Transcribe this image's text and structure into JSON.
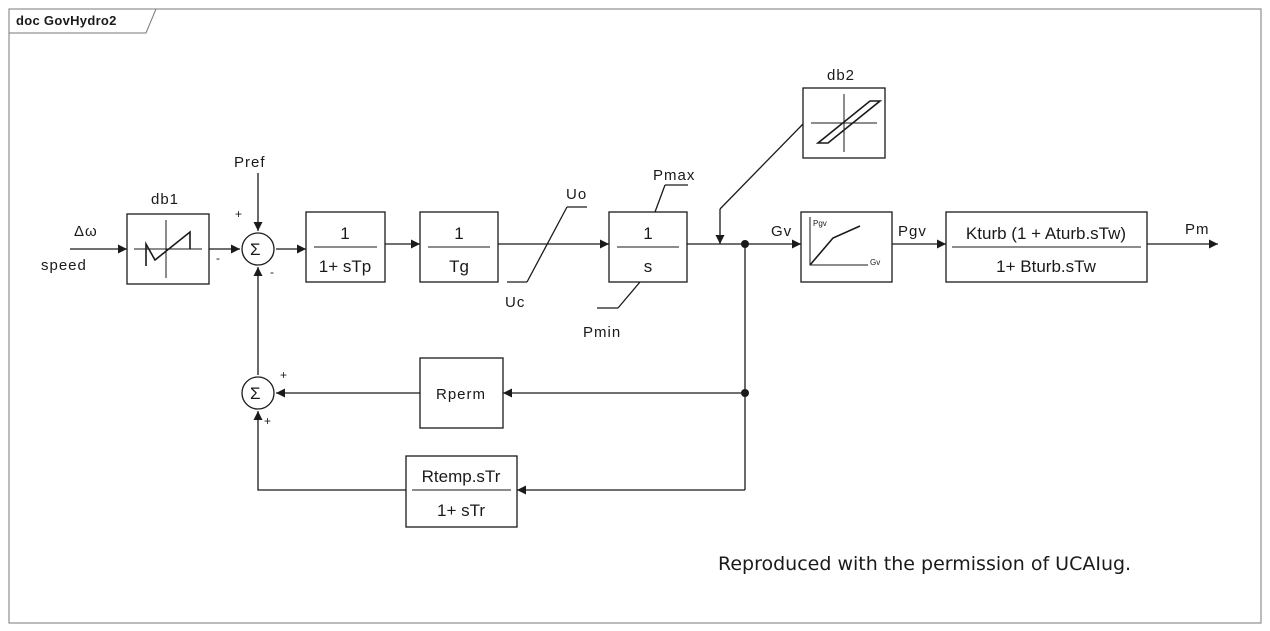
{
  "frame": {
    "tab_label": "doc GovHydro2"
  },
  "inputs": {
    "delta_omega": "Δω",
    "speed": "speed",
    "pref": "Pref"
  },
  "blocks": {
    "db1": {
      "label": "db1"
    },
    "db2": {
      "label": "db2"
    },
    "tp": {
      "num": "1",
      "den": "1+ sTp"
    },
    "tg": {
      "num": "1",
      "den": "Tg"
    },
    "integrator": {
      "num": "1",
      "den": "s"
    },
    "rperm": {
      "label": "Rperm"
    },
    "rtemp": {
      "num": "Rtemp.sTr",
      "den": "1+ sTr"
    },
    "turbine": {
      "num": "Kturb (1 + Aturb.sTw)",
      "den": "1+ Bturb.sTw"
    },
    "pgv_curve": {
      "y_axis": "Pgv",
      "x_axis": "Gv"
    }
  },
  "sum": {
    "symbol": "Σ"
  },
  "signs": {
    "s1_top": "+",
    "s1_left": "-",
    "s1_bottom": "-",
    "s2_top": "+",
    "s2_bottom": "+"
  },
  "limits": {
    "uo": "Uo",
    "uc": "Uc",
    "pmax": "Pmax",
    "pmin": "Pmin"
  },
  "signals": {
    "gv": "Gv",
    "pgv": "Pgv",
    "pm": "Pm"
  },
  "footer": {
    "credit": "Reproduced with the permission of UCAIug."
  }
}
